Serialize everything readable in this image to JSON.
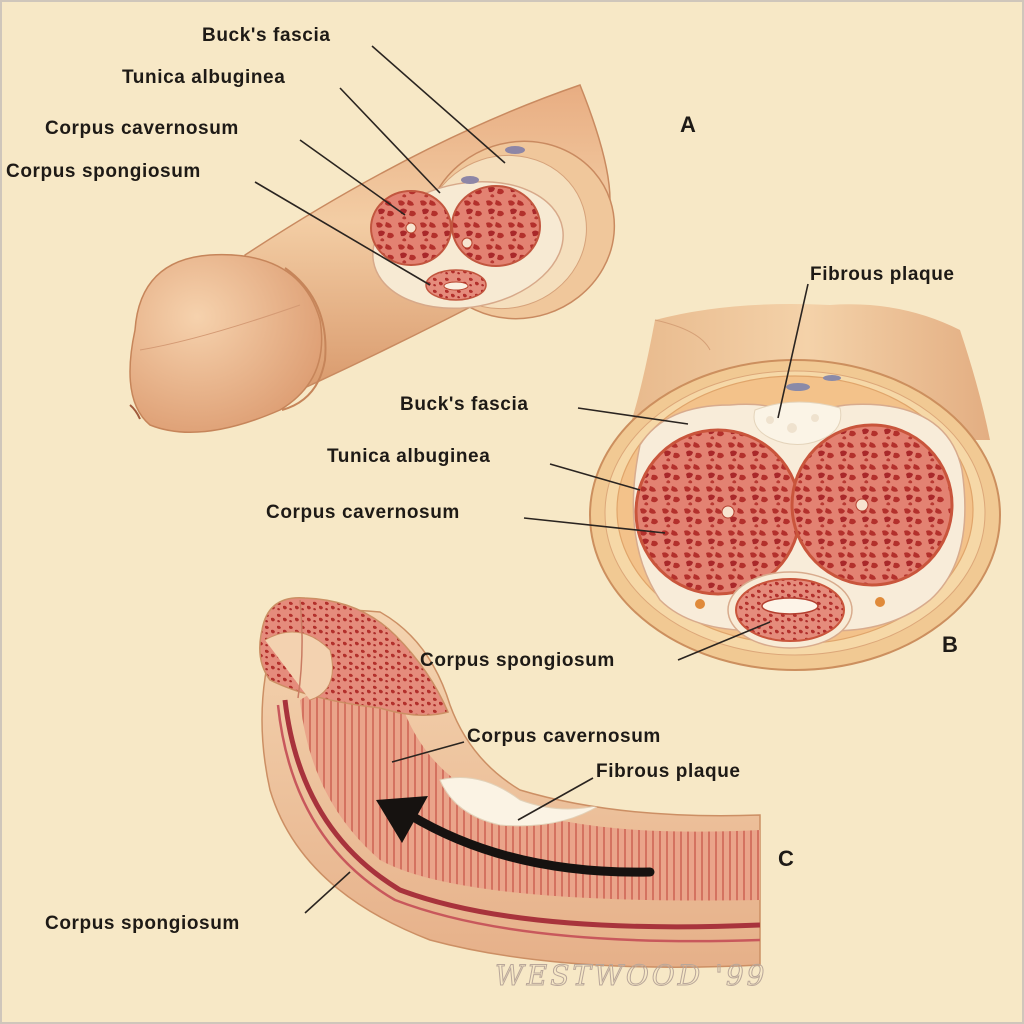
{
  "panels": {
    "a": {
      "letter": "A",
      "labels": {
        "bucks_fascia": "Buck's fascia",
        "tunica_albuginea": "Tunica albuginea",
        "corpus_cavernosum": "Corpus cavernosum",
        "corpus_spongiosum": "Corpus spongiosum"
      }
    },
    "b": {
      "letter": "B",
      "labels": {
        "fibrous_plaque": "Fibrous plaque",
        "bucks_fascia": "Buck's fascia",
        "tunica_albuginea": "Tunica albuginea",
        "corpus_cavernosum": "Corpus cavernosum",
        "corpus_spongiosum": "Corpus spongiosum"
      }
    },
    "c": {
      "letter": "C",
      "labels": {
        "corpus_cavernosum": "Corpus cavernosum",
        "fibrous_plaque": "Fibrous plaque",
        "corpus_spongiosum": "Corpus spongiosum"
      }
    }
  },
  "signature": "WESTWOOD '99",
  "colors": {
    "background": "#f6e6c4",
    "skin": "#f0c79d",
    "skin_shadow": "#d99b6f",
    "tunica": "#f7ecd8",
    "erectile_tissue": "#e27d6e",
    "sinusoid": "#b8322e",
    "plaque": "#faf2e2",
    "arrow": "#161210"
  }
}
